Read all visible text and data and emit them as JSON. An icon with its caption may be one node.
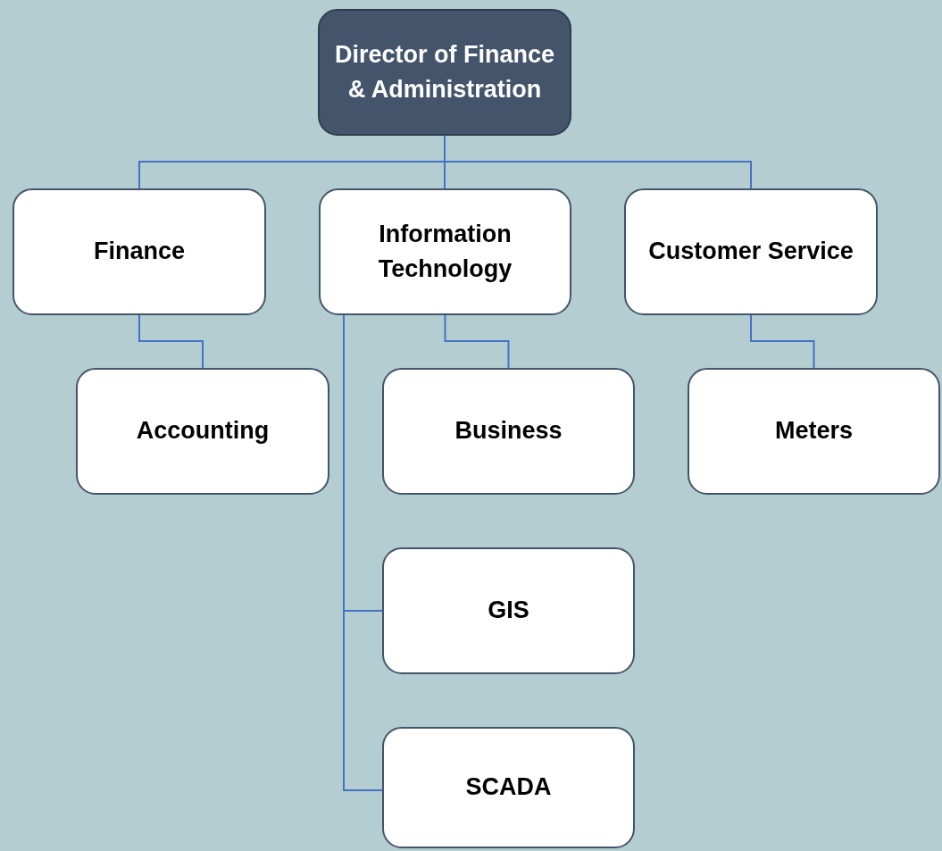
{
  "diagram": {
    "nodes": [
      {
        "text": [
          "Director of Finance & Administration"
        ]
      },
      {
        "text": [
          "Finance"
        ]
      },
      {
        "text": [
          "Information Technology"
        ]
      },
      {
        "text": [
          "Customer Service"
        ]
      },
      {
        "text": [
          "Accounting"
        ]
      },
      {
        "text": [
          "Business"
        ]
      },
      {
        "text": [
          "GIS"
        ]
      },
      {
        "text": [
          "SCADA"
        ]
      },
      {
        "text": [
          "Meters"
        ]
      }
    ],
    "edges": [
      {
        "from": 0,
        "to": 1,
        "arrow": "none"
      },
      {
        "from": 0,
        "to": 2,
        "arrow": "none"
      },
      {
        "from": 0,
        "to": 3,
        "arrow": "none"
      },
      {
        "from": 1,
        "to": 4,
        "arrow": "none"
      },
      {
        "from": 2,
        "to": 5,
        "arrow": "none"
      },
      {
        "from": 2,
        "to": 6,
        "arrow": "none"
      },
      {
        "from": 2,
        "to": 7,
        "arrow": "none"
      },
      {
        "from": 3,
        "to": 8,
        "arrow": "none"
      }
    ]
  }
}
